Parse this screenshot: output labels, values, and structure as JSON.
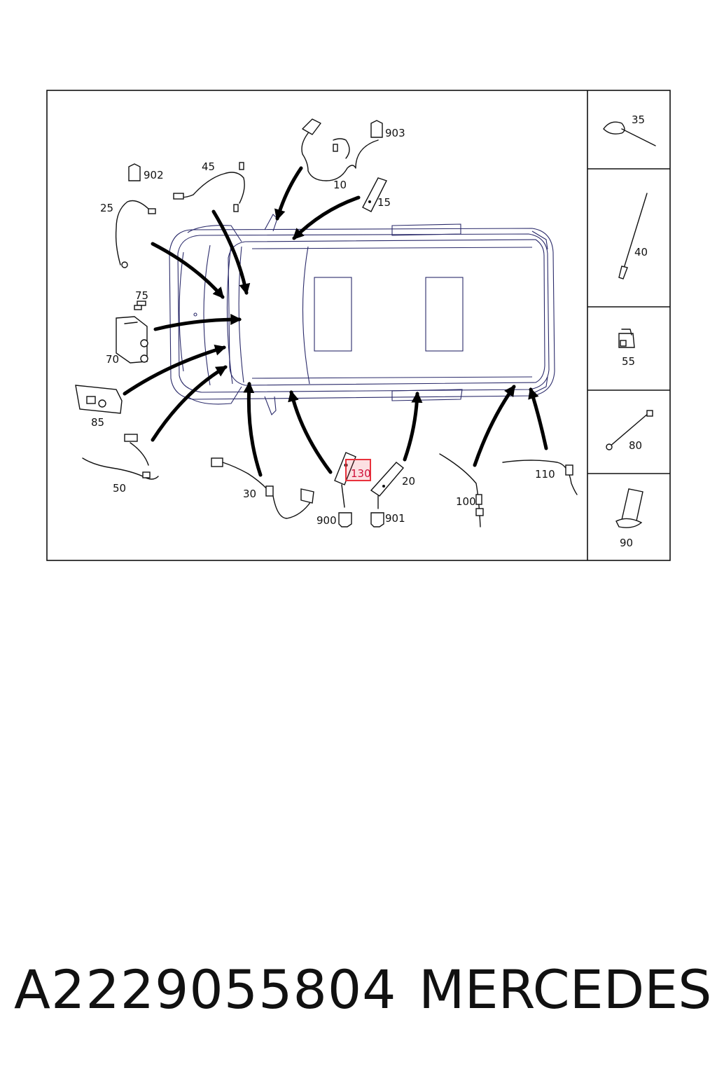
{
  "diagram": {
    "callouts": {
      "c10": "10",
      "c15": "15",
      "c20": "20",
      "c25": "25",
      "c30": "30",
      "c35": "35",
      "c40": "40",
      "c45": "45",
      "c50": "50",
      "c55": "55",
      "c70": "70",
      "c75": "75",
      "c80": "80",
      "c85": "85",
      "c90": "90",
      "c100": "100",
      "c110": "110",
      "c130": "130",
      "c900": "900",
      "c901": "901",
      "c902": "902",
      "c903": "903"
    },
    "highlight_color": "#e8323c",
    "highlighted_callout": "130"
  },
  "footer": {
    "part_number": "A2229055804",
    "brand": "MERCEDES"
  }
}
